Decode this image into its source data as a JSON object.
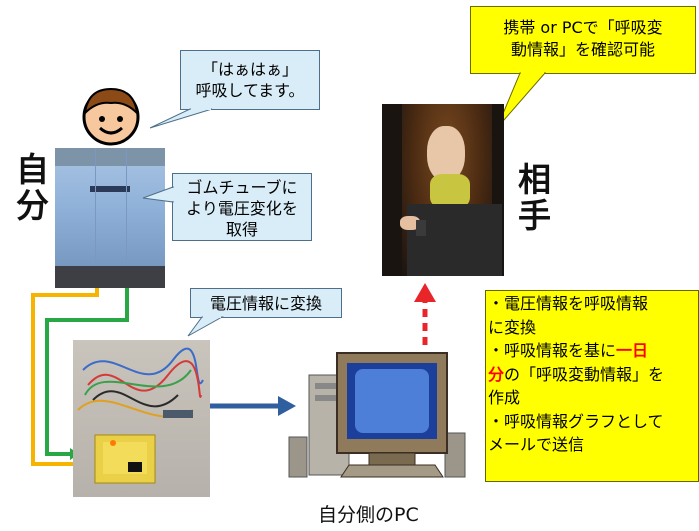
{
  "self_label_1": "自",
  "self_label_2": "分",
  "partner_label_1": "相",
  "partner_label_2": "手",
  "bubble_breathing": {
    "line1": "「はぁはぁ」",
    "line2": "呼吸してます。"
  },
  "bubble_rubber": {
    "line1": "ゴムチューブに",
    "line2": "より電圧変化を",
    "line3": "取得"
  },
  "bubble_convert": "電圧情報に変換",
  "bubble_phone": {
    "line1": "携帯 or  PCで「呼吸変",
    "line2": "動情報」を確認可能"
  },
  "process_box": {
    "line1": "・電圧情報を呼吸情報",
    "line2": "に変換",
    "line3_pre": "・呼吸情報を基に",
    "line3_red": "一日",
    "line4_red": "分",
    "line4_post": "の「呼吸変動情報」を",
    "line5": "作成",
    "line6": "・呼吸情報グラフとして",
    "line7": "メールで送信"
  },
  "pc_caption": "自分側のPC",
  "colors": {
    "bubble_fill": "#d9edf8",
    "callout_yellow": "#ffff00",
    "arrow_blue": "#2f5f9e",
    "arrow_red": "#e8262a",
    "wire_yellow": "#f6b400",
    "wire_green": "#27a844"
  },
  "icons": [
    "smiley-face-icon",
    "pc-computer-icon",
    "blue-arrow-icon",
    "red-dashed-arrow-icon"
  ]
}
